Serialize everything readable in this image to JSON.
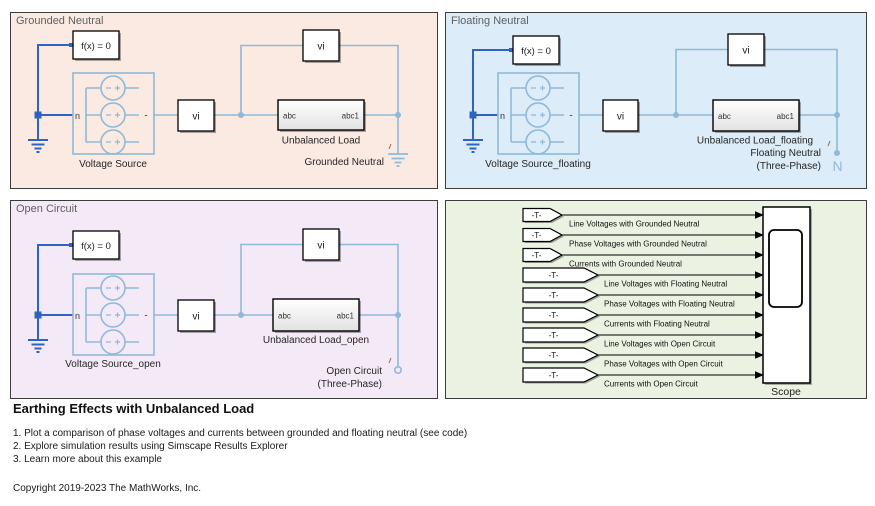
{
  "colors": {
    "grounded_panel_bg": "#fbeae2",
    "floating_panel_bg": "#dcecf8",
    "open_panel_bg": "#f4eaf7",
    "scope_panel_bg": "#ecf2e2",
    "phase_wire": "#8fb9d9",
    "neutral_wire": "#2f63c1"
  },
  "panels": {
    "grounded": {
      "title": "Grounded Neutral",
      "fx_block": "f(x) = 0",
      "source": {
        "n_port": "n",
        "minus_port": "-",
        "label": "Voltage Source"
      },
      "sensor_mid": "vi",
      "sensor_top": "vi",
      "load": {
        "port_in": "abc",
        "port_out": "abc1",
        "label": "Unbalanced Load"
      },
      "neutral_label": "Grounded Neutral"
    },
    "floating": {
      "title": "Floating Neutral",
      "fx_block": "f(x) = 0",
      "source": {
        "n_port": "n",
        "minus_port": "-",
        "label": "Voltage Source_floating"
      },
      "sensor_mid": "vi",
      "sensor_top": "vi",
      "load": {
        "port_in": "abc",
        "port_out": "abc1",
        "label": "Unbalanced Load_floating"
      },
      "neutral_label": "Floating Neutral",
      "neutral_sublabel": "(Three-Phase)",
      "neutral_symbol": "N"
    },
    "open": {
      "title": "Open Circuit",
      "fx_block": "f(x) = 0",
      "source": {
        "n_port": "n",
        "minus_port": "-",
        "label": "Voltage Source_open"
      },
      "sensor_mid": "vi",
      "sensor_top": "vi",
      "load": {
        "port_in": "abc",
        "port_out": "abc1",
        "label": "Unbalanced Load_open"
      },
      "neutral_label": "Open Circuit",
      "neutral_sublabel": "(Three-Phase)"
    },
    "scope": {
      "rows": [
        {
          "tag": "-T-",
          "label": "Line Voltages with Grounded Neutral"
        },
        {
          "tag": "-T-",
          "label": "Phase Voltages with Grounded Neutral"
        },
        {
          "tag": "-T-",
          "label": "Currents with Grounded Neutral"
        },
        {
          "tag": "-T-",
          "label": "Line Voltages with Floating Neutral"
        },
        {
          "tag": "-T-",
          "label": "Phase Voltages with Floating Neutral"
        },
        {
          "tag": "-T-",
          "label": "Currents with Floating Neutral"
        },
        {
          "tag": "-T-",
          "label": "Line Voltages with Open Circuit"
        },
        {
          "tag": "-T-",
          "label": "Phase Voltages with Open Circuit"
        },
        {
          "tag": "-T-",
          "label": "Currents with Open Circuit"
        }
      ],
      "scope_label": "Scope"
    }
  },
  "description": {
    "title": "Earthing Effects with Unbalanced Load",
    "items": [
      "1. Plot a comparison of phase voltages and currents between grounded and floating neutral (see code)",
      "2. Explore simulation results using Simscape Results Explorer",
      "3. Learn more about this example"
    ],
    "copyright": "Copyright 2019-2023 The MathWorks, Inc."
  }
}
